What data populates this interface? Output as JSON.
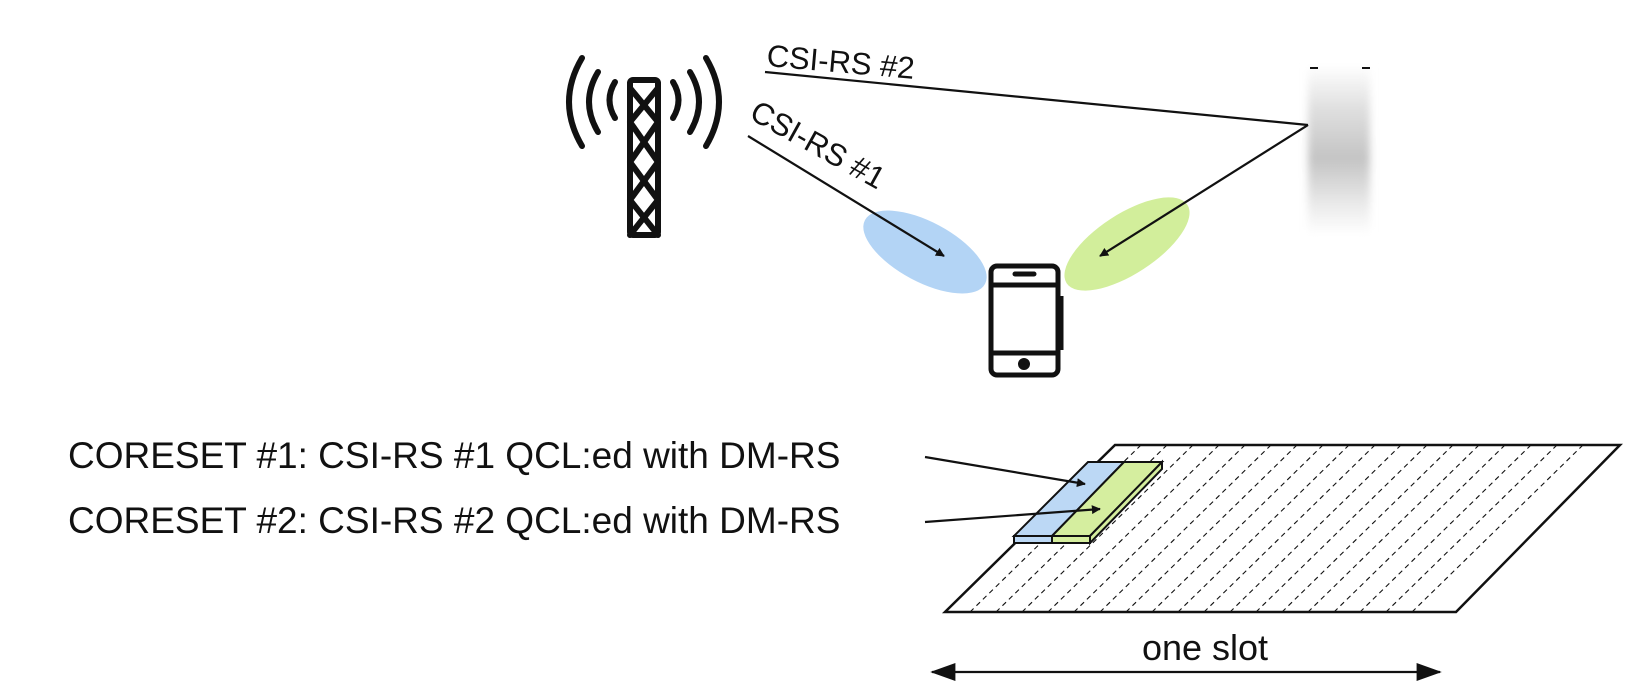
{
  "beams": {
    "csi_rs_2": "CSI-RS #2",
    "csi_rs_1": "CSI-RS #1"
  },
  "coresets": {
    "coreset_1": "CORESET #1: CSI-RS #1 QCL:ed with DM-RS",
    "coreset_2": "CORESET #2: CSI-RS #2 QCL:ed with DM-RS"
  },
  "slot": {
    "label": "one slot"
  },
  "colors": {
    "beam_1": "#b3d4f5",
    "beam_2": "#d2ee9b",
    "coreset_1_fill": "#bcd8f5",
    "coreset_2_fill": "#d5ee9f",
    "ink": "#111111"
  },
  "icons": {
    "tower": "cell-tower-icon",
    "phone": "smartphone-icon",
    "reflector": "reflector-object"
  }
}
